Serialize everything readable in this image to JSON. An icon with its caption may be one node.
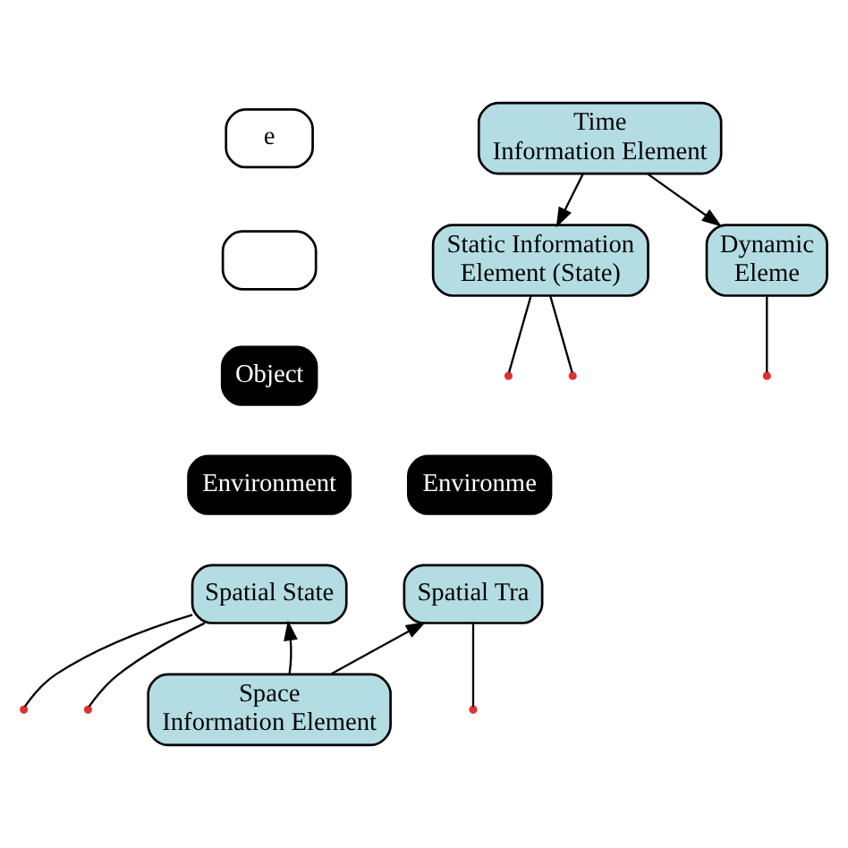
{
  "diagram": {
    "nodes": [
      {
        "text": [
          "e"
        ]
      },
      {
        "text": [],
        "shape": "box"
      },
      {
        "text": [
          "Time Information Element"
        ]
      },
      {
        "text": [
          "Static Information Element (State)"
        ]
      },
      {
        "text": [
          "Dynamic Eleme"
        ]
      },
      {
        "text": [
          "Object"
        ]
      },
      {
        "text": [
          "Environment"
        ]
      },
      {
        "text": [
          "Environme"
        ]
      },
      {
        "text": [
          "Spatial State"
        ]
      },
      {
        "text": [
          "Spatial Tra"
        ]
      },
      {
        "text": [
          "Space Information Element"
        ]
      }
    ],
    "edges": [
      {
        "from": 2,
        "to": 3,
        "arrow": "to"
      },
      {
        "from": 2,
        "to": 4,
        "arrow": "to"
      },
      {
        "from": 3,
        "to": null,
        "arrow": "none"
      },
      {
        "from": 3,
        "to": null,
        "arrow": "none"
      },
      {
        "from": 4,
        "to": null,
        "arrow": "none"
      },
      {
        "from": 8,
        "to": null,
        "arrow": "none"
      },
      {
        "from": 8,
        "to": null,
        "arrow": "none"
      },
      {
        "from": 9,
        "to": null,
        "arrow": "none"
      },
      {
        "from": 10,
        "to": 8,
        "arrow": "to"
      },
      {
        "from": 10,
        "to": 9,
        "arrow": "to"
      }
    ]
  }
}
